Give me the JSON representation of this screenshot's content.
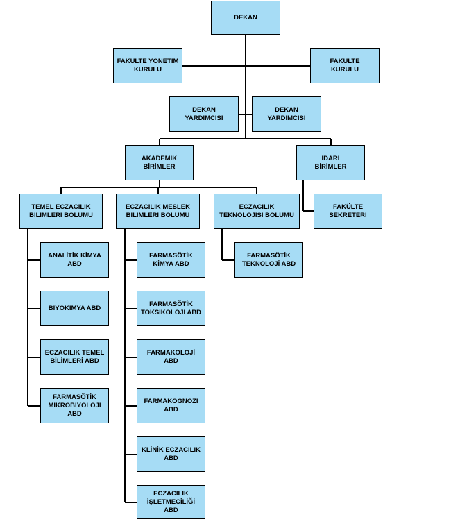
{
  "colors": {
    "box_fill": "#a6dcf5",
    "border": "#000000",
    "line": "#000000"
  },
  "nodes": {
    "dekan": "DEKAN",
    "fakulte_yonetim_kurulu": "FAKÜLTE YÖNETİM\nKURULU",
    "fakulte_kurulu": "FAKÜLTE\nKURULU",
    "dekan_yardimcisi_1": "DEKAN\nYARDIMCISI",
    "dekan_yardimcisi_2": "DEKAN\nYARDIMCISI",
    "akademik_birimler": "AKADEMİK\nBİRİMLER",
    "idari_birimler": "İDARİ\nBİRİMLER",
    "fakulte_sekreteri": "FAKÜLTE\nSEKRETERİ",
    "temel_eczacilik": "TEMEL ECZACILIK\nBİLİMLERİ BÖLÜMÜ",
    "eczacilik_meslek": "ECZACILIK MESLEK\nBİLİMLERİ BÖLÜMÜ",
    "eczacilik_teknolojisi": "ECZACILIK\nTEKNOLOJİSİ BÖLÜMÜ",
    "analitik_kimya": "ANALİTİK KİMYA\nABD",
    "biyokimya": "BİYOKİMYA ABD",
    "eczacilik_temel_bilimleri": "ECZACILIK TEMEL\nBİLİMLERİ ABD",
    "farmasotik_mikrobiyoloji": "FARMASÖTİK\nMİKROBİYOLOJİ\nABD",
    "farmasotik_kimya": "FARMASÖTİK\nKİMYA ABD",
    "farmasotik_toksikoloji": "FARMASÖTİK\nTOKSİKOLOJİ ABD",
    "farmakoloji": "FARMAKOLOJİ\nABD",
    "farmakognozi": "FARMAKOGNOZİ\nABD",
    "klinik_eczacilik": "KLİNİK ECZACILIK\nABD",
    "eczacilik_isletmeciligi": "ECZACILIK\nİŞLETMECİLİĞİ\nABD",
    "farmasotik_teknoloji": "FARMASÖTİK\nTEKNOLOJİ ABD"
  }
}
